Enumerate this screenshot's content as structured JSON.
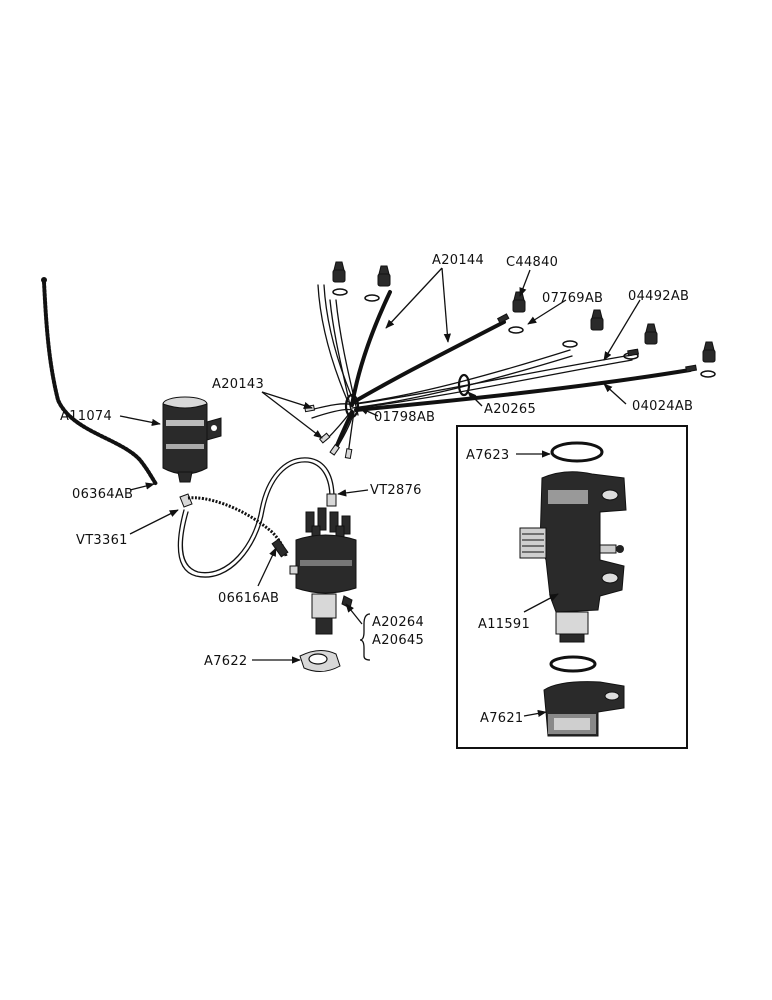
{
  "labels": {
    "a20144": "A20144",
    "c44840": "C44840",
    "o7769ab": "07769AB",
    "o4492ab": "04492AB",
    "a20143": "A20143",
    "o1798ab": "01798AB",
    "a20265": "A20265",
    "o4024ab": "04024AB",
    "a11074": "A11074",
    "o6364ab": "06364AB",
    "vt2876": "VT2876",
    "vt3361": "VT3361",
    "o6616ab": "06616AB",
    "a20264": "A20264",
    "a20645": "A20645",
    "a7622": "A7622",
    "a7623": "A7623",
    "a11591": "A11591",
    "a7621": "A7621"
  }
}
